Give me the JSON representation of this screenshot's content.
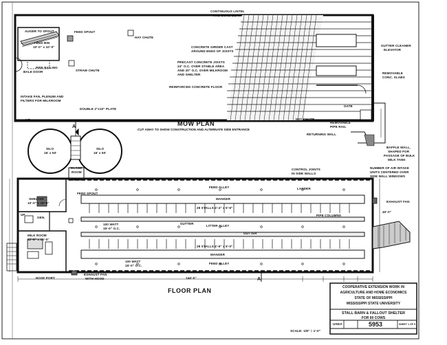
{
  "titles": {
    "mow_plan": "MOW PLAN",
    "mow_subtitle": "CUT AWAY TO SHOW CONSTRUCTION AND ALTERNATE SIDE ENTRANCE",
    "floor_plan": "FLOOR PLAN"
  },
  "labels": {
    "continuous_lintel": "CONTINUOUS LINTEL",
    "and_bond_beam": "AND BOND BEAM",
    "auger_to_spout": "AUGER TO SPOUT",
    "feed_spout_top": "FEED SPOUT",
    "hay_chute_top": "HAY CHUTE",
    "feed_bin": "FEED BIN",
    "feed_bin_size": "10'-0\" x 10'-0\"",
    "concrete_girder_cast": "CONCRETE GIRDER CAST",
    "around_ends_joists": "AROUND ENDS OF JOISTS",
    "gutter_cleaner": "GUTTER CLEANER",
    "elevator": "ELEVATOR",
    "pipe_railing": "PIPE RAILING",
    "straw_chute": "STRAW CHUTE",
    "bale_door": "BALE DOOR",
    "precast_1": "PRECAST CONCRETE JOISTS",
    "precast_2": "24\" O.C. OVER STABLE AREA",
    "precast_3": "AND 20\" O.C. OVER MILKROOM",
    "precast_4": "AND SHELTER",
    "removable_conc": "REMOVABLE",
    "conc_slabs": "CONC. SLABS",
    "reinforced_floor": "REINFORCED CONCRETE FLOOR",
    "intake_1": "INTAKE FAN, PLENUM AND",
    "intake_2": "FILTERS FOR MILKROOM",
    "double_plate": "DOUBLE 2\"x10\" PLATE",
    "gate": "GATE",
    "air": "AIR",
    "hay_chute_mid": "HAY CHUTE",
    "removable_pipe": "REMOVABLE",
    "pipe_rail": "PIPE RAIL",
    "returning_wall": "RETURNING WALL",
    "baffle_1": "BAFFLE WALL,",
    "baffle_2": "SHAPED FOR",
    "baffle_3": "PASSAGE OF BULK",
    "baffle_4": "MILK TANK",
    "silo_left": "SILO",
    "silo_left_size": "16' x 50'",
    "silo_right": "SILO",
    "silo_right_size": "16' x 50'",
    "silage_room": "SILAGE",
    "silage_room2": "ROOM",
    "control_joints": "CONTROL JOINTS",
    "in_side_walls": "IN SIDE WALLS",
    "number_air_1": "NUMBER OF AIR INTAKE",
    "number_air_2": "UNITS CENTERED OVER",
    "number_air_3": "SIDE WALL WINDOWS",
    "shelter": "SHELTER",
    "shelter_size": "10'-0\" x 18'-0\"",
    "feed_spout": "FEED SPOUT",
    "feed_alley_top": "FEED ALLEY",
    "ladder": "LADDER",
    "manger_top": "MANGER",
    "stalls_top": "28 STALLS 4'-4\" x 5'-6\"",
    "exhaust_fan_r": "EXHAUST FAN",
    "up": "UP",
    "gen": "GEN.",
    "pipe_columns": "PIPE COLUMNS",
    "watt_top": "100 WATT",
    "watt_top_oc": "15'-0\" O.C.",
    "gutter_1": "GUTTER",
    "litter_alley": "LITTER ALLEY",
    "gutter_2": "GUTTER",
    "milk_room": "MILK ROOM",
    "milk_room_size": "12'-8\" x 16'-0\"",
    "stalls_bottom": "28 STALLS 4'-6\" x 5'-0\"",
    "manger_bottom": "MANGER",
    "watt_bottom": "100 WATT",
    "watt_bottom_oc": "15'-0\" O.C.",
    "feed_alley_bottom": "FEED ALLEY",
    "hose_port": "HOSE PORT",
    "exhaust_fan_b1": "EXHAUST FAN",
    "exhaust_fan_b2": "WITH HOOD",
    "dim_total": "144'-0\"",
    "section_a": "A",
    "section_a2": "A",
    "dim_side": "40'-0\""
  },
  "title_block": {
    "line1": "COOPERATIVE EXTENSION WORK IN",
    "line2": "AGRICULTURE AND HOME ECONOMICS",
    "line3": "STATE OF MISSISSIPPI",
    "line4": "MISSISSIPPI STATE UNIVERSITY",
    "project1": "STALL BARN & FALLOUT SHELTER",
    "project2": "FOR 60 COWS",
    "usda": "USDA",
    "number": "5953",
    "sheet": "SHEET 1 OF 5",
    "scale": "SCALE: 1/8\" = 1'-0\""
  }
}
